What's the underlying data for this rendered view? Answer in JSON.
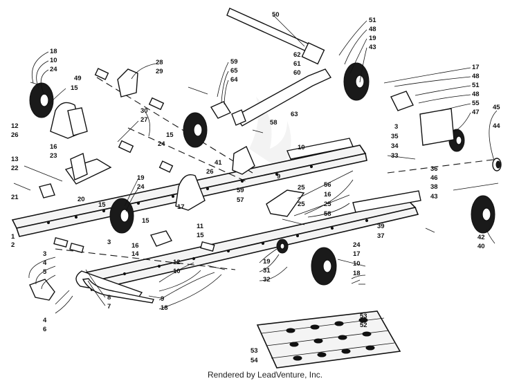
{
  "footer": {
    "text": "Rendered by LeadVenture, Inc."
  },
  "labels": [
    "18",
    "10",
    "24",
    "15",
    "12",
    "26",
    "16",
    "23",
    "13",
    "22",
    "21",
    "20",
    "1",
    "2",
    "3",
    "4",
    "5",
    "4",
    "6",
    "49",
    "28",
    "29",
    "30",
    "27",
    "16",
    "19",
    "24",
    "15",
    "17",
    "14",
    "12",
    "10",
    "9",
    "18",
    "8",
    "7",
    "3",
    "59",
    "65",
    "64",
    "58",
    "50",
    "51",
    "48",
    "19",
    "43",
    "62",
    "61",
    "60",
    "63",
    "15",
    "24",
    "41",
    "26",
    "59",
    "57",
    "11",
    "15",
    "10",
    "9",
    "25",
    "56",
    "16",
    "25",
    "58",
    "19",
    "31",
    "32",
    "24",
    "17",
    "10",
    "18",
    "17",
    "48",
    "51",
    "48",
    "55",
    "47",
    "45",
    "44",
    "3",
    "35",
    "34",
    "33",
    "36",
    "46",
    "38",
    "43",
    "39",
    "37",
    "42",
    "40",
    "53",
    "52",
    "53",
    "54",
    "15",
    "25"
  ]
}
